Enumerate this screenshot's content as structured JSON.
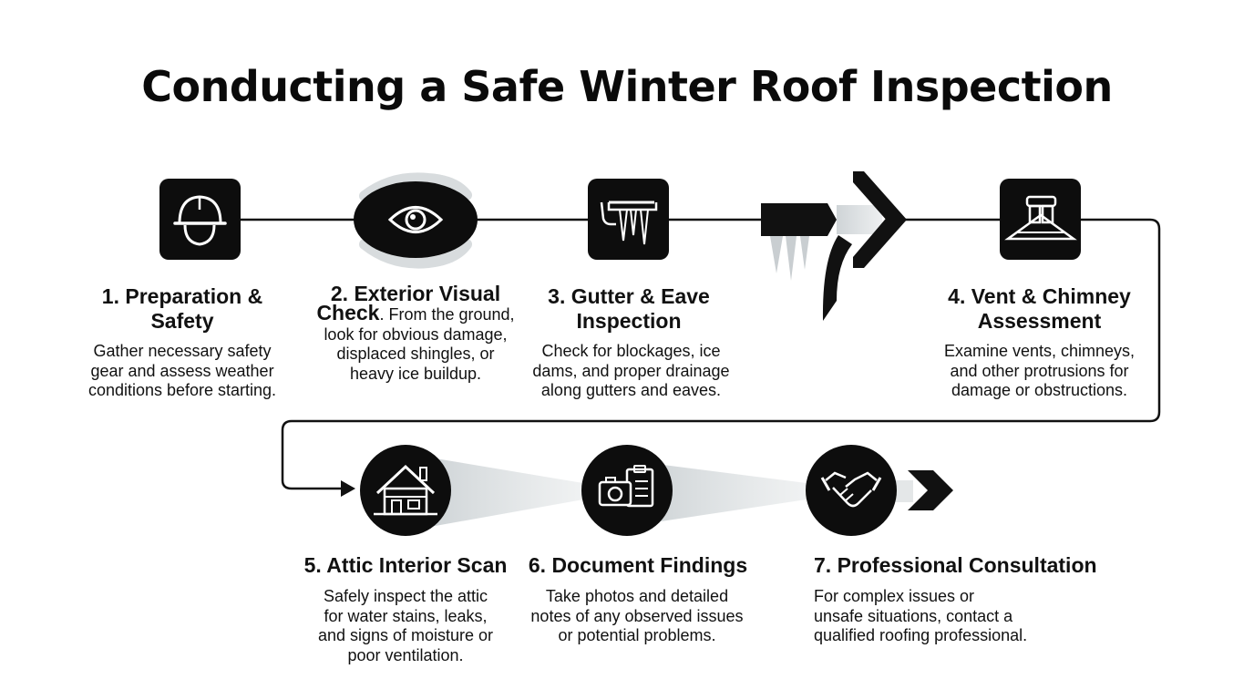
{
  "title": "Conducting a Safe Winter Roof Inspection",
  "steps": [
    {
      "title_lines": [
        "1. Preparation &",
        "Safety"
      ],
      "desc_lines": [
        "Gather necessary safety",
        "gear and assess weather",
        "conditions before starting."
      ],
      "icon": "hard-hat-icon"
    },
    {
      "title_line1": "2. Exterior Visual",
      "title_bold2": "Check",
      "title_rest2": ". From the ground,",
      "desc_lines": [
        "look for obvious damage,",
        "displaced shingles, or",
        "heavy ice buildup."
      ],
      "icon": "eye-icon"
    },
    {
      "title_lines": [
        "3. Gutter & Eave",
        "Inspection"
      ],
      "desc_lines": [
        "Check for blockages, ice",
        "dams, and proper drainage",
        "along gutters and eaves."
      ],
      "icon": "gutter-icicle-icon"
    },
    {
      "title_lines": [
        "4. Vent & Chimney",
        "Assessment"
      ],
      "desc_lines": [
        "Examine vents, chimneys,",
        "and other protrusions for",
        "damage or obstructions."
      ],
      "icon": "roof-vent-icon"
    },
    {
      "title_lines": [
        "5. Attic Interior Scan"
      ],
      "desc_lines": [
        "Safely inspect the attic",
        "for water stains, leaks,",
        "and signs of moisture or",
        "poor ventilation."
      ],
      "icon": "house-attic-icon"
    },
    {
      "title_lines": [
        "6. Document Findings"
      ],
      "desc_lines": [
        "Take photos and detailed",
        "notes of any observed issues",
        "or potential problems."
      ],
      "icon": "camera-clipboard-icon"
    },
    {
      "title_lines": [
        "7. Professional Consultation"
      ],
      "desc_lines": [
        "For complex issues or",
        "unsafe situations, contact a",
        "qualified roofing professional."
      ],
      "icon": "handshake-icon"
    }
  ],
  "colors": {
    "icon_bg": "#0d0d0d",
    "icon_fg": "#ffffff",
    "connector": "#111111",
    "beam": "#d4d8da"
  }
}
